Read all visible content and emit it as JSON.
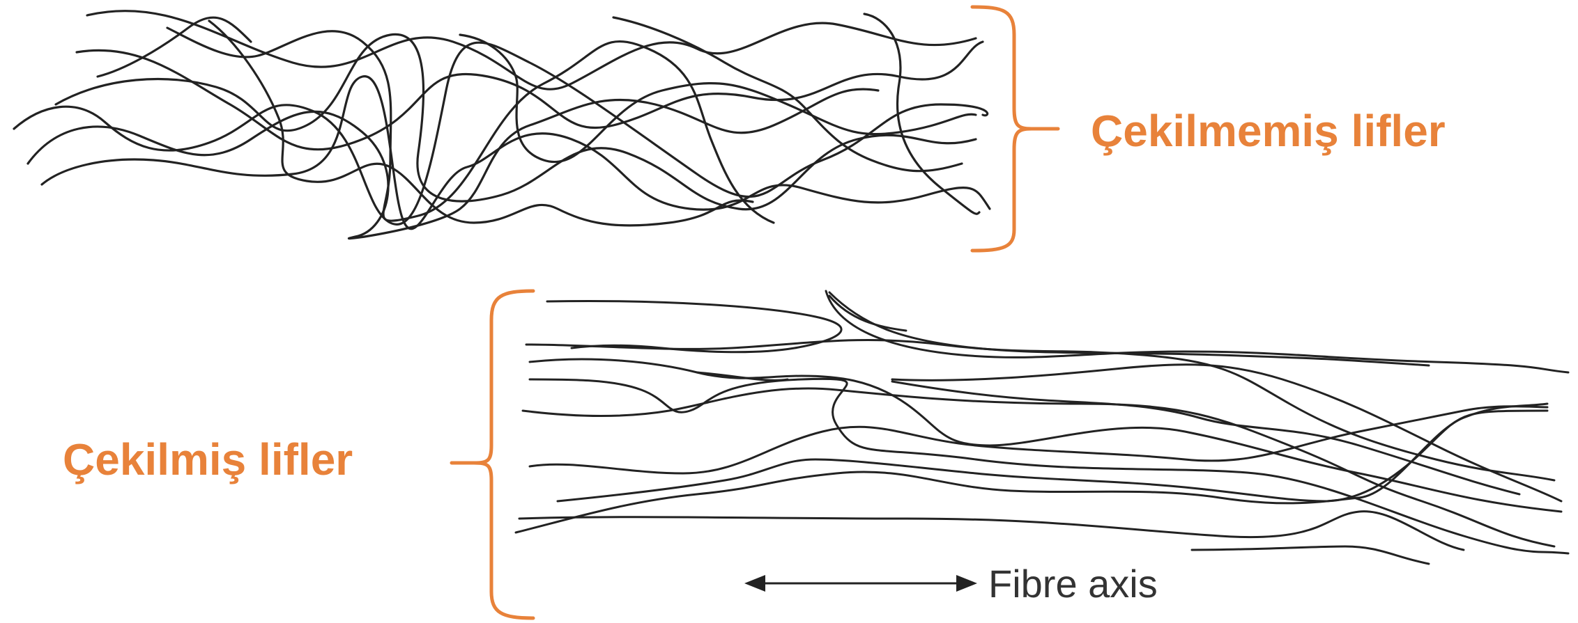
{
  "labels": {
    "undrawn": "Çekilmemiş lifler",
    "drawn": "Çekilmiş lifler",
    "fibre_axis": "Fibre axis"
  },
  "colors": {
    "accent": "#E8823A",
    "fiber": "#222222"
  },
  "icons": {
    "axis_arrow": "double-headed-arrow-icon"
  }
}
